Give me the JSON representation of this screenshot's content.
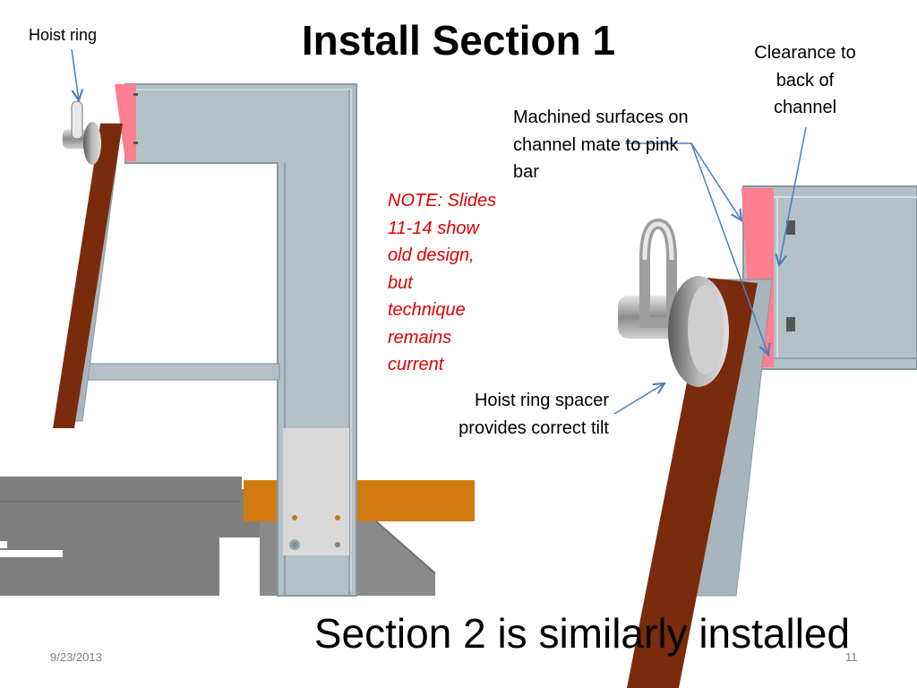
{
  "slide": {
    "title": "Install Section 1",
    "subtitle": "Section 2 is similarly installed",
    "date": "9/23/2013",
    "page_number": "11"
  },
  "callouts": {
    "hoist_ring": "Hoist ring",
    "clearance": "Clearance to back of channel",
    "machined": "Machined surfaces on channel mate to pink bar",
    "spacer": "Hoist ring spacer provides correct tilt"
  },
  "note": "NOTE: Slides\n11-14 show\nold design,\nbut\ntechnique\nremains\ncurrent",
  "colors": {
    "steel": "#b4c0c7",
    "steel_dark": "#8a979e",
    "pink_bar": "#ff7f90",
    "brown_plate": "#7a2b0b",
    "orange_beam": "#d07a10",
    "dark_gray": "#7f7f7f",
    "arrow_blue": "#4a7ec0",
    "note_red": "#e00000"
  }
}
